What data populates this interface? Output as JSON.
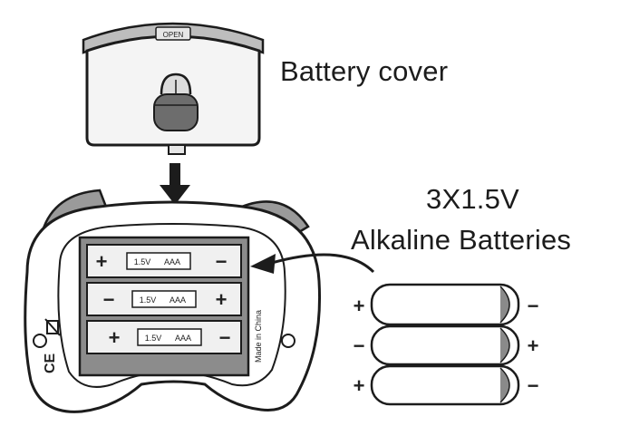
{
  "labels": {
    "cover": "Battery cover",
    "spec": "3X1.5V",
    "type": "Alkaline Batteries"
  },
  "markings": {
    "cover_tab": "OPEN",
    "cell_voltage": "1.5V",
    "cell_size": "AAA",
    "made_in": "Made in China",
    "certification": "CE"
  },
  "polarity": {
    "compartment_slots": [
      {
        "left": "+",
        "right": "−"
      },
      {
        "left": "−",
        "right": "+"
      },
      {
        "left": "+",
        "right": "−"
      }
    ],
    "loose_batteries": [
      {
        "left": "+",
        "right": "−"
      },
      {
        "left": "−",
        "right": "+"
      },
      {
        "left": "+",
        "right": "−"
      }
    ]
  },
  "icons": [
    "down-arrow-icon",
    "curved-arrow-icon",
    "battery-icon",
    "lock-icon"
  ],
  "colors": {
    "ink": "#1c1c1c",
    "cover_fill": "#f2f2f2",
    "shading": "#7a7a7a",
    "background": "#ffffff"
  }
}
